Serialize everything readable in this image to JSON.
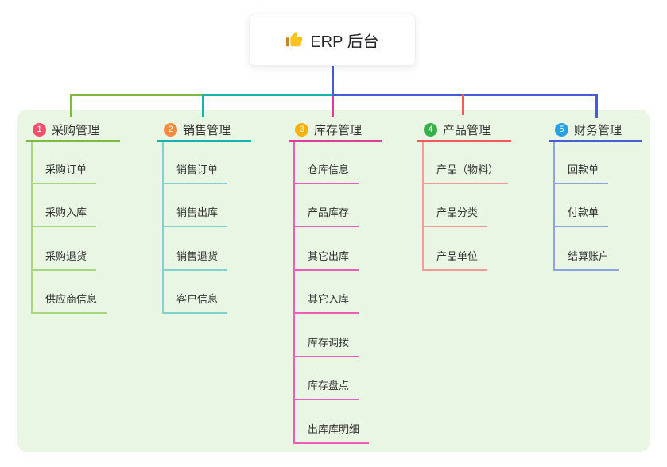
{
  "root": {
    "label": "ERP 后台",
    "icon": "thumbs-up-icon"
  },
  "branches": [
    {
      "num": "1",
      "label": "采购管理",
      "line_color": "#7eb842",
      "child_line_color": "#a9d57d",
      "badge_color": "#f4506e",
      "children": [
        "采购订单",
        "采购入库",
        "采购退货",
        "供应商信息"
      ]
    },
    {
      "num": "2",
      "label": "销售管理",
      "line_color": "#14b3ac",
      "child_line_color": "#7fd3cb",
      "badge_color": "#fa8b3d",
      "children": [
        "销售订单",
        "销售出库",
        "销售退货",
        "客户信息"
      ]
    },
    {
      "num": "3",
      "label": "库存管理",
      "line_color": "#e03a9c",
      "child_line_color": "#ea5fb5",
      "badge_color": "#fbb005",
      "children": [
        "仓库信息",
        "产品库存",
        "其它出库",
        "其它入库",
        "库存调拨",
        "库存盘点",
        "出库库明细"
      ]
    },
    {
      "num": "4",
      "label": "产品管理",
      "line_color": "#f65858",
      "child_line_color": "#f89898",
      "badge_color": "#35b24a",
      "children": [
        "产品（物料）",
        "产品分类",
        "产品单位"
      ]
    },
    {
      "num": "5",
      "label": "财务管理",
      "line_color": "#455cd6",
      "child_line_color": "#8ea4de",
      "badge_color": "#2aa0e4",
      "children": [
        "回款单",
        "付款单",
        "结算账户"
      ]
    }
  ],
  "palette": {
    "panel_bg": "#e9f6e3",
    "root_line": "#455cd6",
    "root_card_bg": "#ffffff",
    "text": "#333333"
  }
}
